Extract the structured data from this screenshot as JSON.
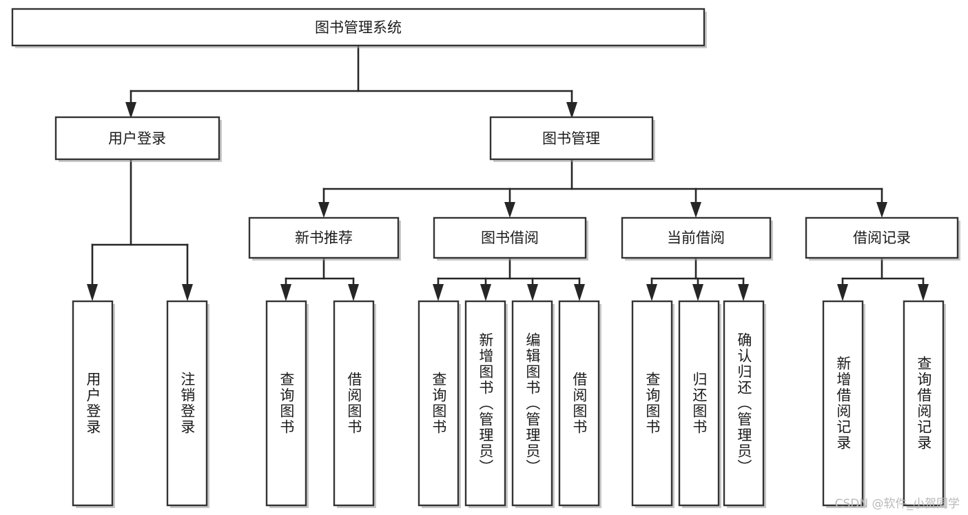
{
  "diagram": {
    "title": "图书管理系统",
    "type": "tree-hierarchy",
    "watermark": "CSDN @软件_小贺同学",
    "colors": {
      "box_fill": "#ffffff",
      "box_stroke": "#333333",
      "edge": "#262626",
      "text": "#1b1b1b",
      "watermark": "#b9b9b9"
    },
    "root": {
      "label": "图书管理系统"
    },
    "level2": [
      {
        "label": "用户登录"
      },
      {
        "label": "图书管理"
      }
    ],
    "level3": [
      {
        "label": "新书推荐"
      },
      {
        "label": "图书借阅"
      },
      {
        "label": "当前借阅"
      },
      {
        "label": "借阅记录"
      }
    ],
    "leaves": {
      "user_login": [
        {
          "label": "用户登录"
        },
        {
          "label": "注销登录"
        }
      ],
      "new_book": [
        {
          "label": "查询图书"
        },
        {
          "label": "借阅图书"
        }
      ],
      "book_borrow": [
        {
          "label": "查询图书"
        },
        {
          "label": "新增图书（管理员）"
        },
        {
          "label": "编辑图书（管理员）"
        },
        {
          "label": "借阅图书"
        }
      ],
      "current_borrow": [
        {
          "label": "查询图书"
        },
        {
          "label": "归还图书"
        },
        {
          "label": "确认归还（管理员）"
        }
      ],
      "borrow_record": [
        {
          "label": "新增借阅记录"
        },
        {
          "label": "查询借阅记录"
        }
      ]
    }
  }
}
